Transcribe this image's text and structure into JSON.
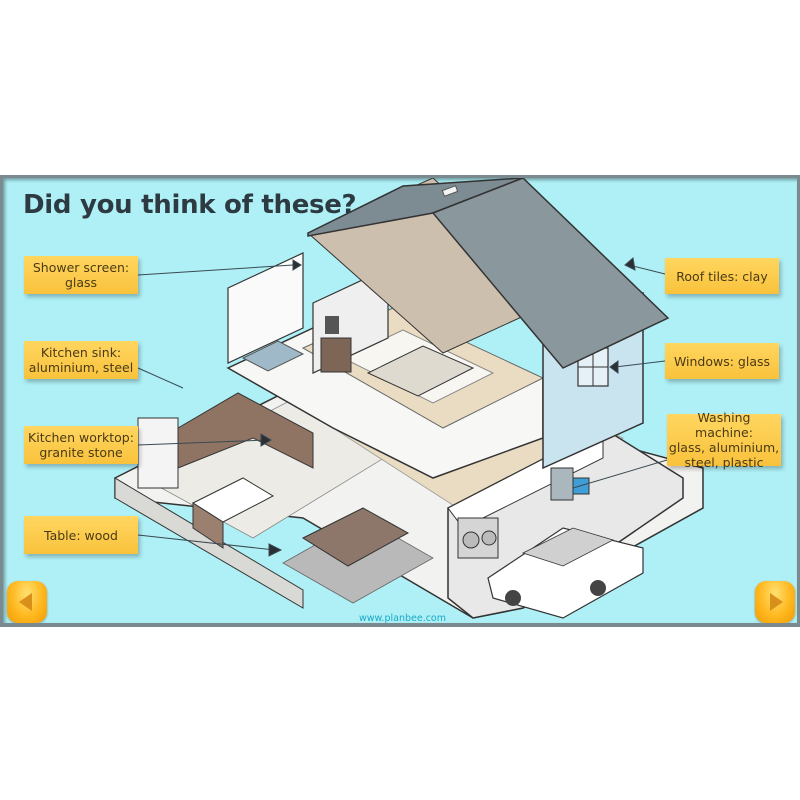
{
  "slide": {
    "title": "Did you think of these?",
    "footer_url": "www.planbee.com",
    "background_color": "#aef0f6",
    "label_color": "#f9c23c"
  },
  "labels": [
    {
      "id": "shower-screen",
      "text": "Shower screen:\nglass"
    },
    {
      "id": "kitchen-sink",
      "text": "Kitchen sink:\naluminium, steel"
    },
    {
      "id": "kitchen-worktop",
      "text": "Kitchen worktop:\ngranite stone"
    },
    {
      "id": "table",
      "text": "Table: wood"
    },
    {
      "id": "roof-tiles",
      "text": "Roof tiles: clay"
    },
    {
      "id": "windows",
      "text": "Windows: glass"
    },
    {
      "id": "washing-machine",
      "text": "Washing machine:\nglass, aluminium,\nsteel, plastic"
    }
  ],
  "navigation": {
    "prev_icon": "arrow-left-icon",
    "next_icon": "arrow-right-icon"
  },
  "illustration": {
    "subject": "cutaway house illustration",
    "rooms": [
      "bathroom",
      "bedroom",
      "attic",
      "kitchen",
      "dining room",
      "living room",
      "garage"
    ]
  }
}
